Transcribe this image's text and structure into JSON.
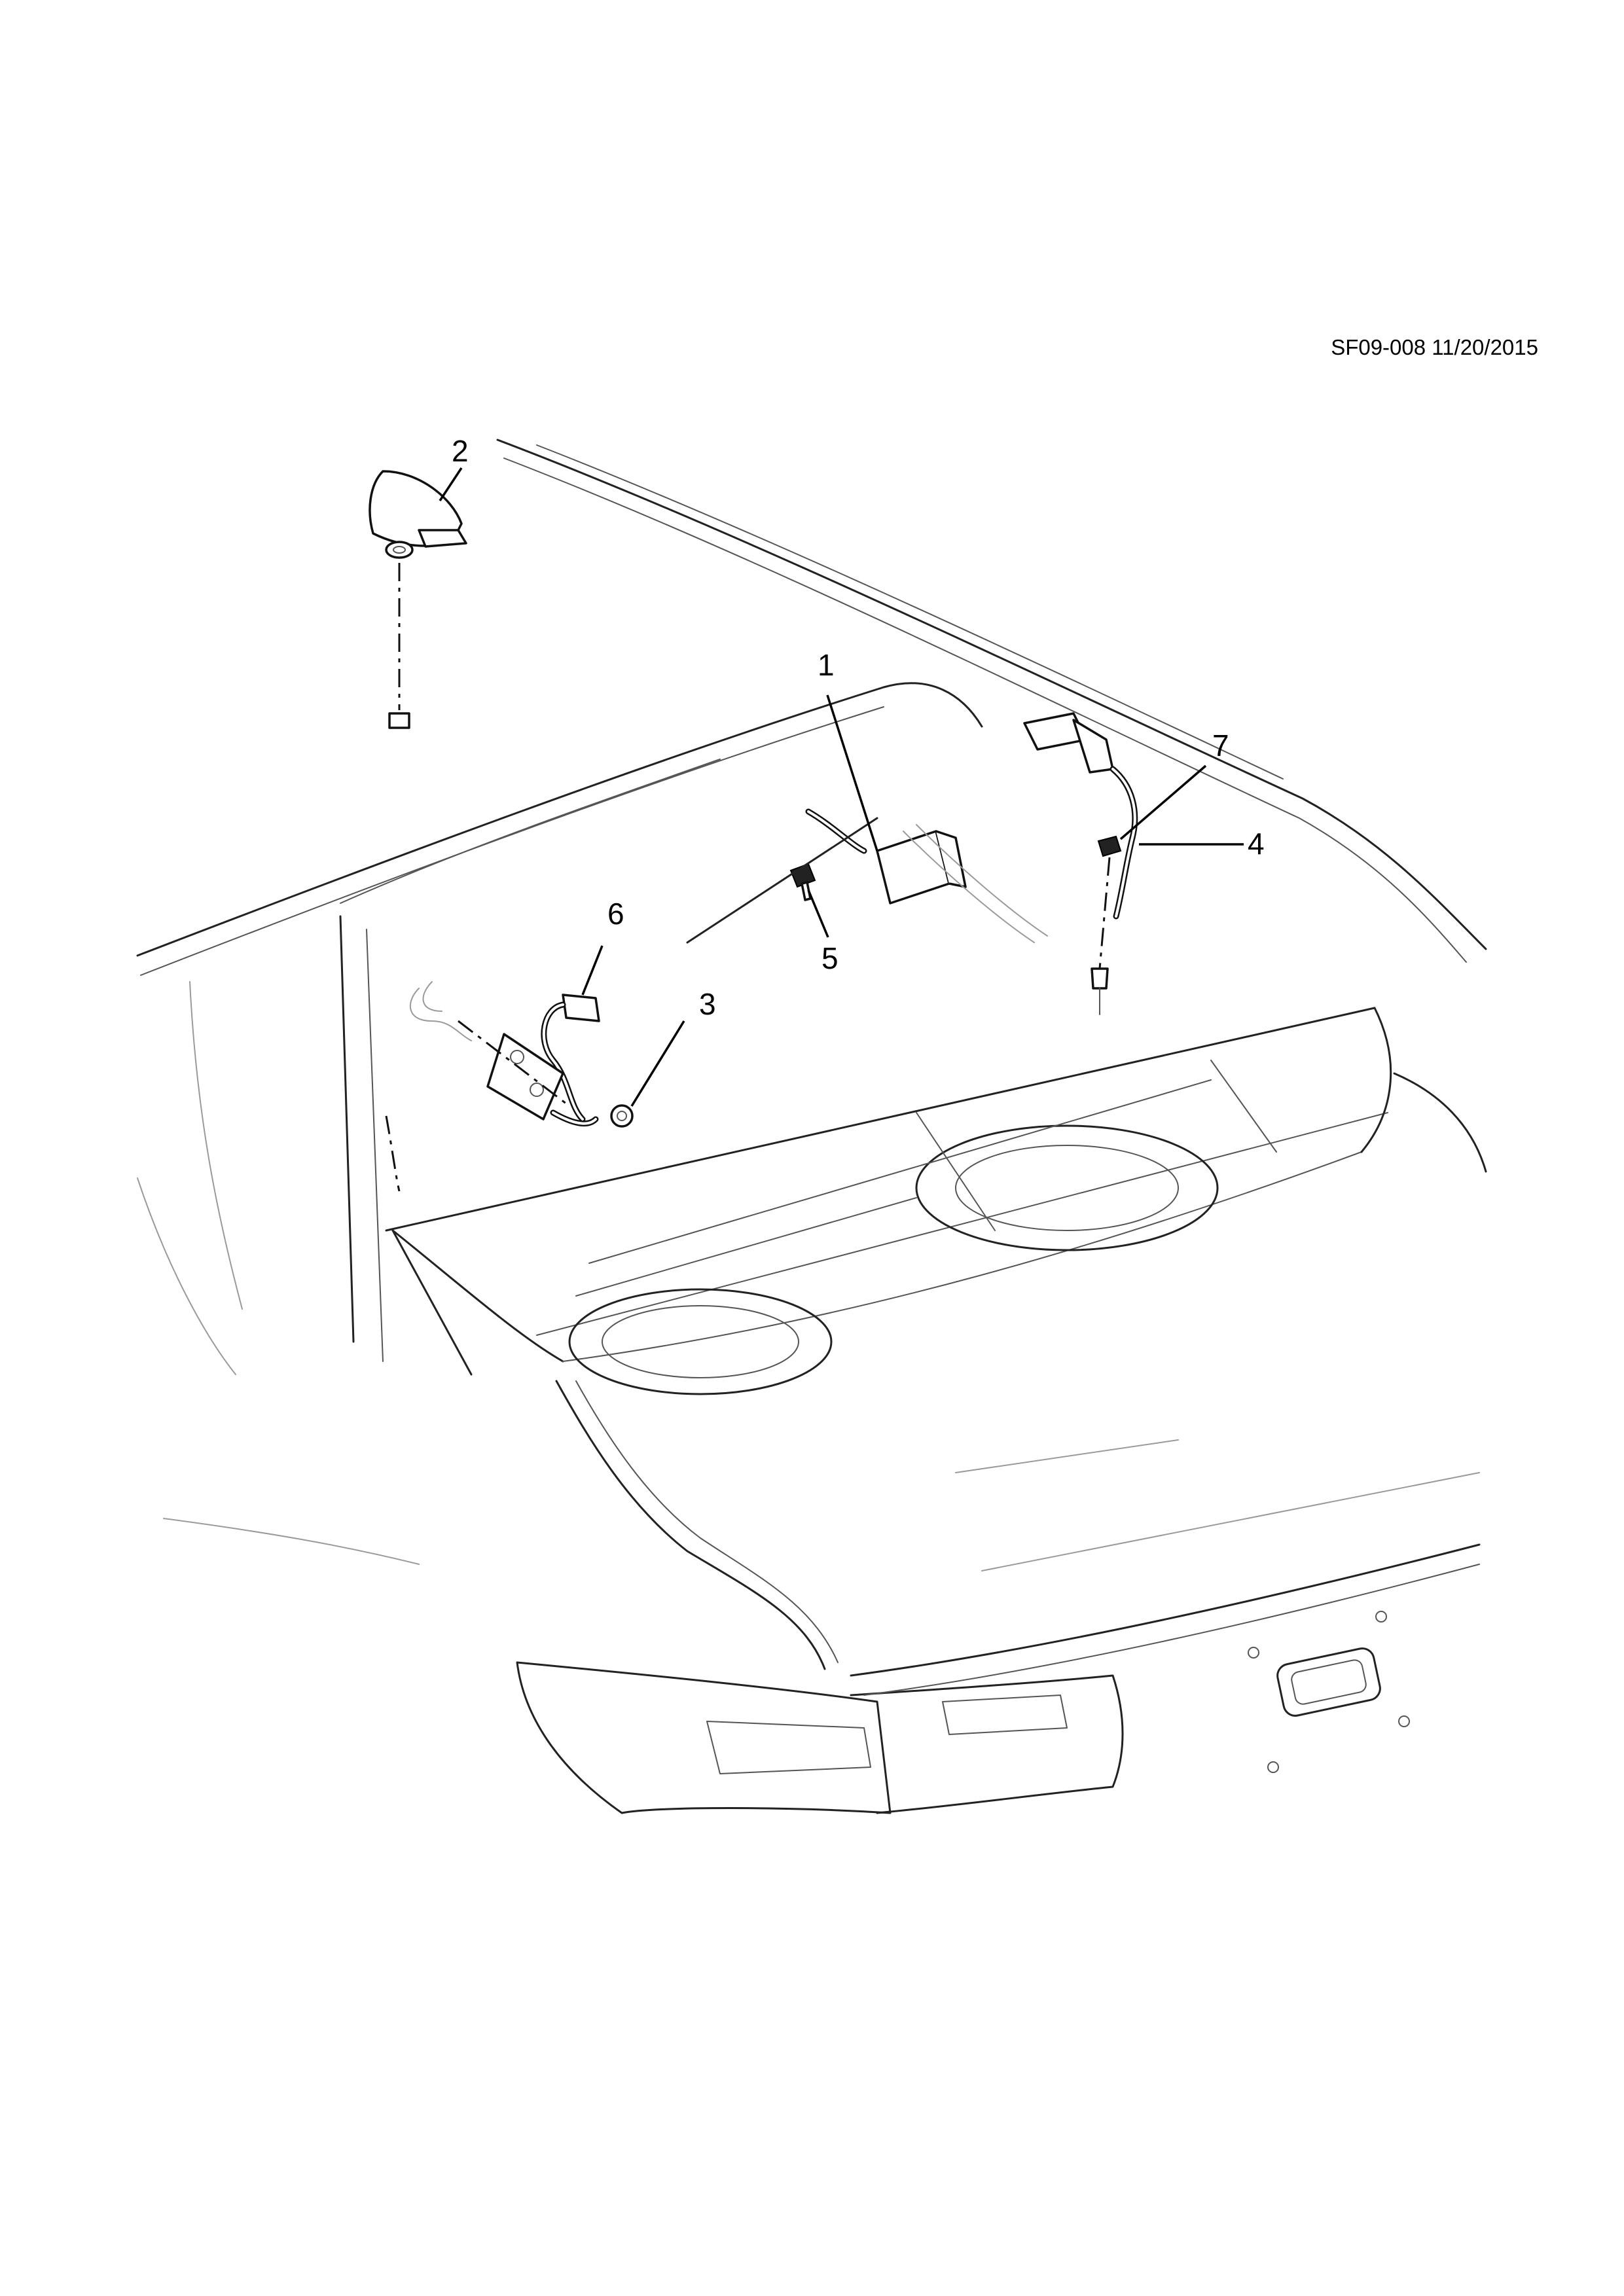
{
  "reference": "SF09-008 11/20/2015",
  "callouts": [
    {
      "id": "1",
      "label": "1"
    },
    {
      "id": "2",
      "label": "2"
    },
    {
      "id": "3",
      "label": "3"
    },
    {
      "id": "4",
      "label": "4"
    },
    {
      "id": "5",
      "label": "5"
    },
    {
      "id": "6",
      "label": "6"
    },
    {
      "id": "7",
      "label": "7"
    }
  ],
  "colors": {
    "line": "#222222",
    "background": "#ffffff"
  }
}
